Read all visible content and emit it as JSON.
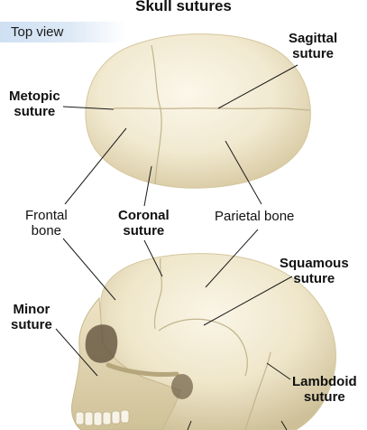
{
  "title": "Skull sutures",
  "view_label": "Top view",
  "labels": {
    "sagittal_line1": "Sagittal",
    "sagittal_line2": "suture",
    "metopic_line1": "Metopic",
    "metopic_line2": "suture",
    "frontal_line1": "Frontal",
    "frontal_line2": "bone",
    "coronal_line1": "Coronal",
    "coronal_line2": "suture",
    "parietal": "Parietal bone",
    "squamous_line1": "Squamous",
    "squamous_line2": "suture",
    "minor_line1": "Minor",
    "minor_line2": "suture",
    "lambdoid_line1": "Lambdoid",
    "lambdoid_line2": "suture"
  },
  "colors": {
    "bone_light": "#f6f0dc",
    "bone_mid": "#ebe2c4",
    "bone_shadow": "#c9bb93",
    "suture_line": "#bfb08a",
    "leader_line": "#1a1a1a",
    "view_band": "#cfe0f3"
  }
}
